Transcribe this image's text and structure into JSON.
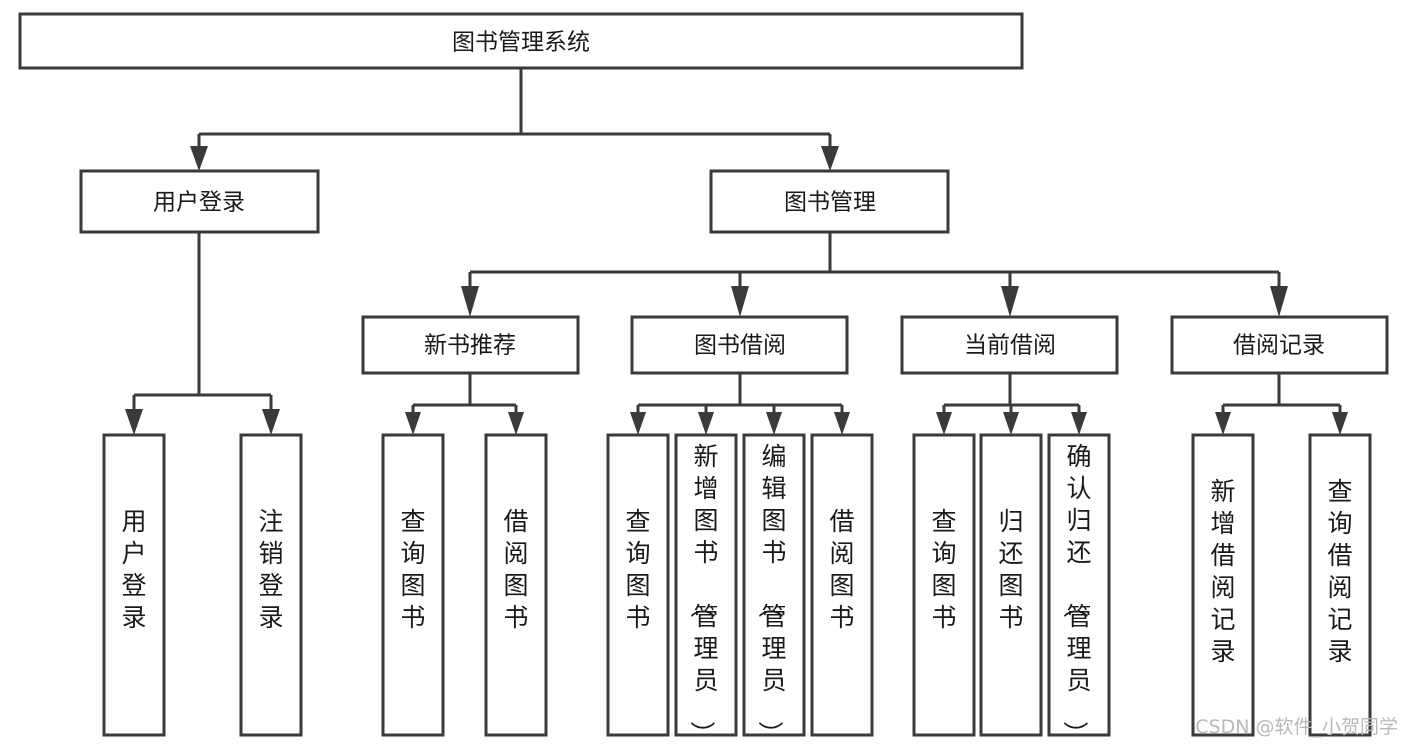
{
  "diagram": {
    "title": "图书管理系统",
    "type": "tree-hierarchy-chart",
    "root": {
      "id": "root",
      "label": "图书管理系统"
    },
    "level2": [
      {
        "id": "user-login",
        "label": "用户登录"
      },
      {
        "id": "book-management",
        "label": "图书管理"
      }
    ],
    "level3": [
      {
        "id": "new-book-recommend",
        "label": "新书推荐",
        "parent": "book-management"
      },
      {
        "id": "book-borrow",
        "label": "图书借阅",
        "parent": "book-management"
      },
      {
        "id": "current-borrow",
        "label": "当前借阅",
        "parent": "book-management"
      },
      {
        "id": "borrow-record",
        "label": "借阅记录",
        "parent": "book-management"
      }
    ],
    "leaves": {
      "user-login": [
        {
          "id": "leaf-user-login",
          "label": "用户登录"
        },
        {
          "id": "leaf-logout",
          "label": "注销登录"
        }
      ],
      "new-book-recommend": [
        {
          "id": "leaf-query-book-1",
          "label": "查询图书"
        },
        {
          "id": "leaf-borrow-book-1",
          "label": "借阅图书"
        }
      ],
      "book-borrow": [
        {
          "id": "leaf-query-book-2",
          "label": "查询图书"
        },
        {
          "id": "leaf-add-book",
          "label": "新增图书（管理员）"
        },
        {
          "id": "leaf-edit-book",
          "label": "编辑图书（管理员）"
        },
        {
          "id": "leaf-borrow-book-2",
          "label": "借阅图书"
        }
      ],
      "current-borrow": [
        {
          "id": "leaf-query-book-3",
          "label": "查询图书"
        },
        {
          "id": "leaf-return-book",
          "label": "归还图书"
        },
        {
          "id": "leaf-confirm-return",
          "label": "确认归还（管理员）"
        }
      ],
      "borrow-record": [
        {
          "id": "leaf-add-record",
          "label": "新增借阅记录"
        },
        {
          "id": "leaf-query-record",
          "label": "查询借阅记录"
        }
      ]
    }
  },
  "watermark": {
    "text": "CSDN @软件_小贺同学"
  },
  "colors": {
    "stroke": "#3a3a3a",
    "fill": "#ffffff",
    "text": "#1a1a1a",
    "watermark": "#b9b9b9"
  }
}
